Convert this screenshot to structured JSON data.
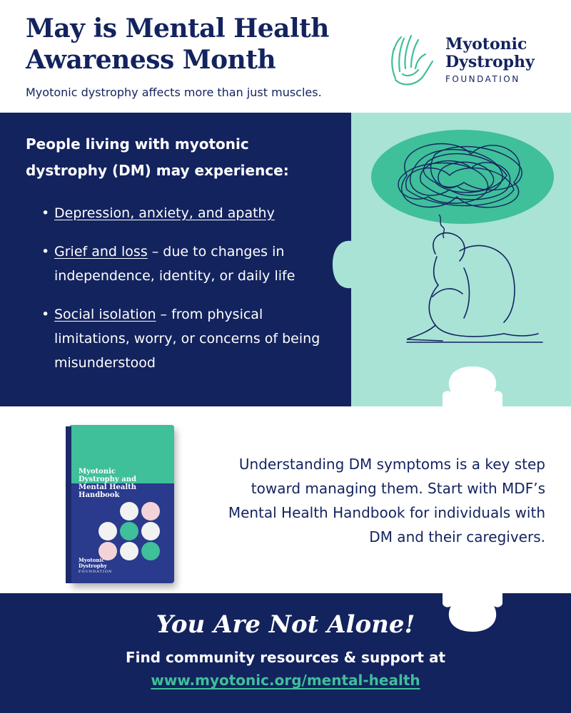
{
  "header": {
    "title": "May is Mental Health Awareness Month",
    "subtitle": "Myotonic dystrophy affects more than just muscles."
  },
  "logo": {
    "line1": "Myotonic",
    "line2": "Dystrophy",
    "line3": "FOUNDATION",
    "icon": "hand-icon"
  },
  "panel": {
    "intro": "People living with myotonic dystrophy (DM) may experience:",
    "symptoms": [
      {
        "heading": "Depression, anxiety, and apathy",
        "detail": ""
      },
      {
        "heading": "Grief and loss",
        "detail": " – due to changes in independence, identity, or daily life"
      },
      {
        "heading": "Social isolation",
        "detail": " – from physical limitations, worry, or concerns of being misunderstood"
      }
    ]
  },
  "book": {
    "cover_title": "Myotonic Dystrophy and Mental Health Handbook",
    "cover_logo_line1": "Myotonic",
    "cover_logo_line2": "Dystrophy",
    "cover_logo_line3": "FOUNDATION",
    "description": "Understanding DM symptoms is a key step toward managing them. Start with MDF’s Mental Health Handbook for individuals with DM and their caregivers."
  },
  "footer": {
    "title": "You Are Not Alone!",
    "line": "Find community resources & support at",
    "link": "www.myotonic.org/mental-health"
  },
  "colors": {
    "navy": "#13235e",
    "mint": "#a8e3d6",
    "green": "#3fbf9a",
    "white": "#ffffff"
  }
}
